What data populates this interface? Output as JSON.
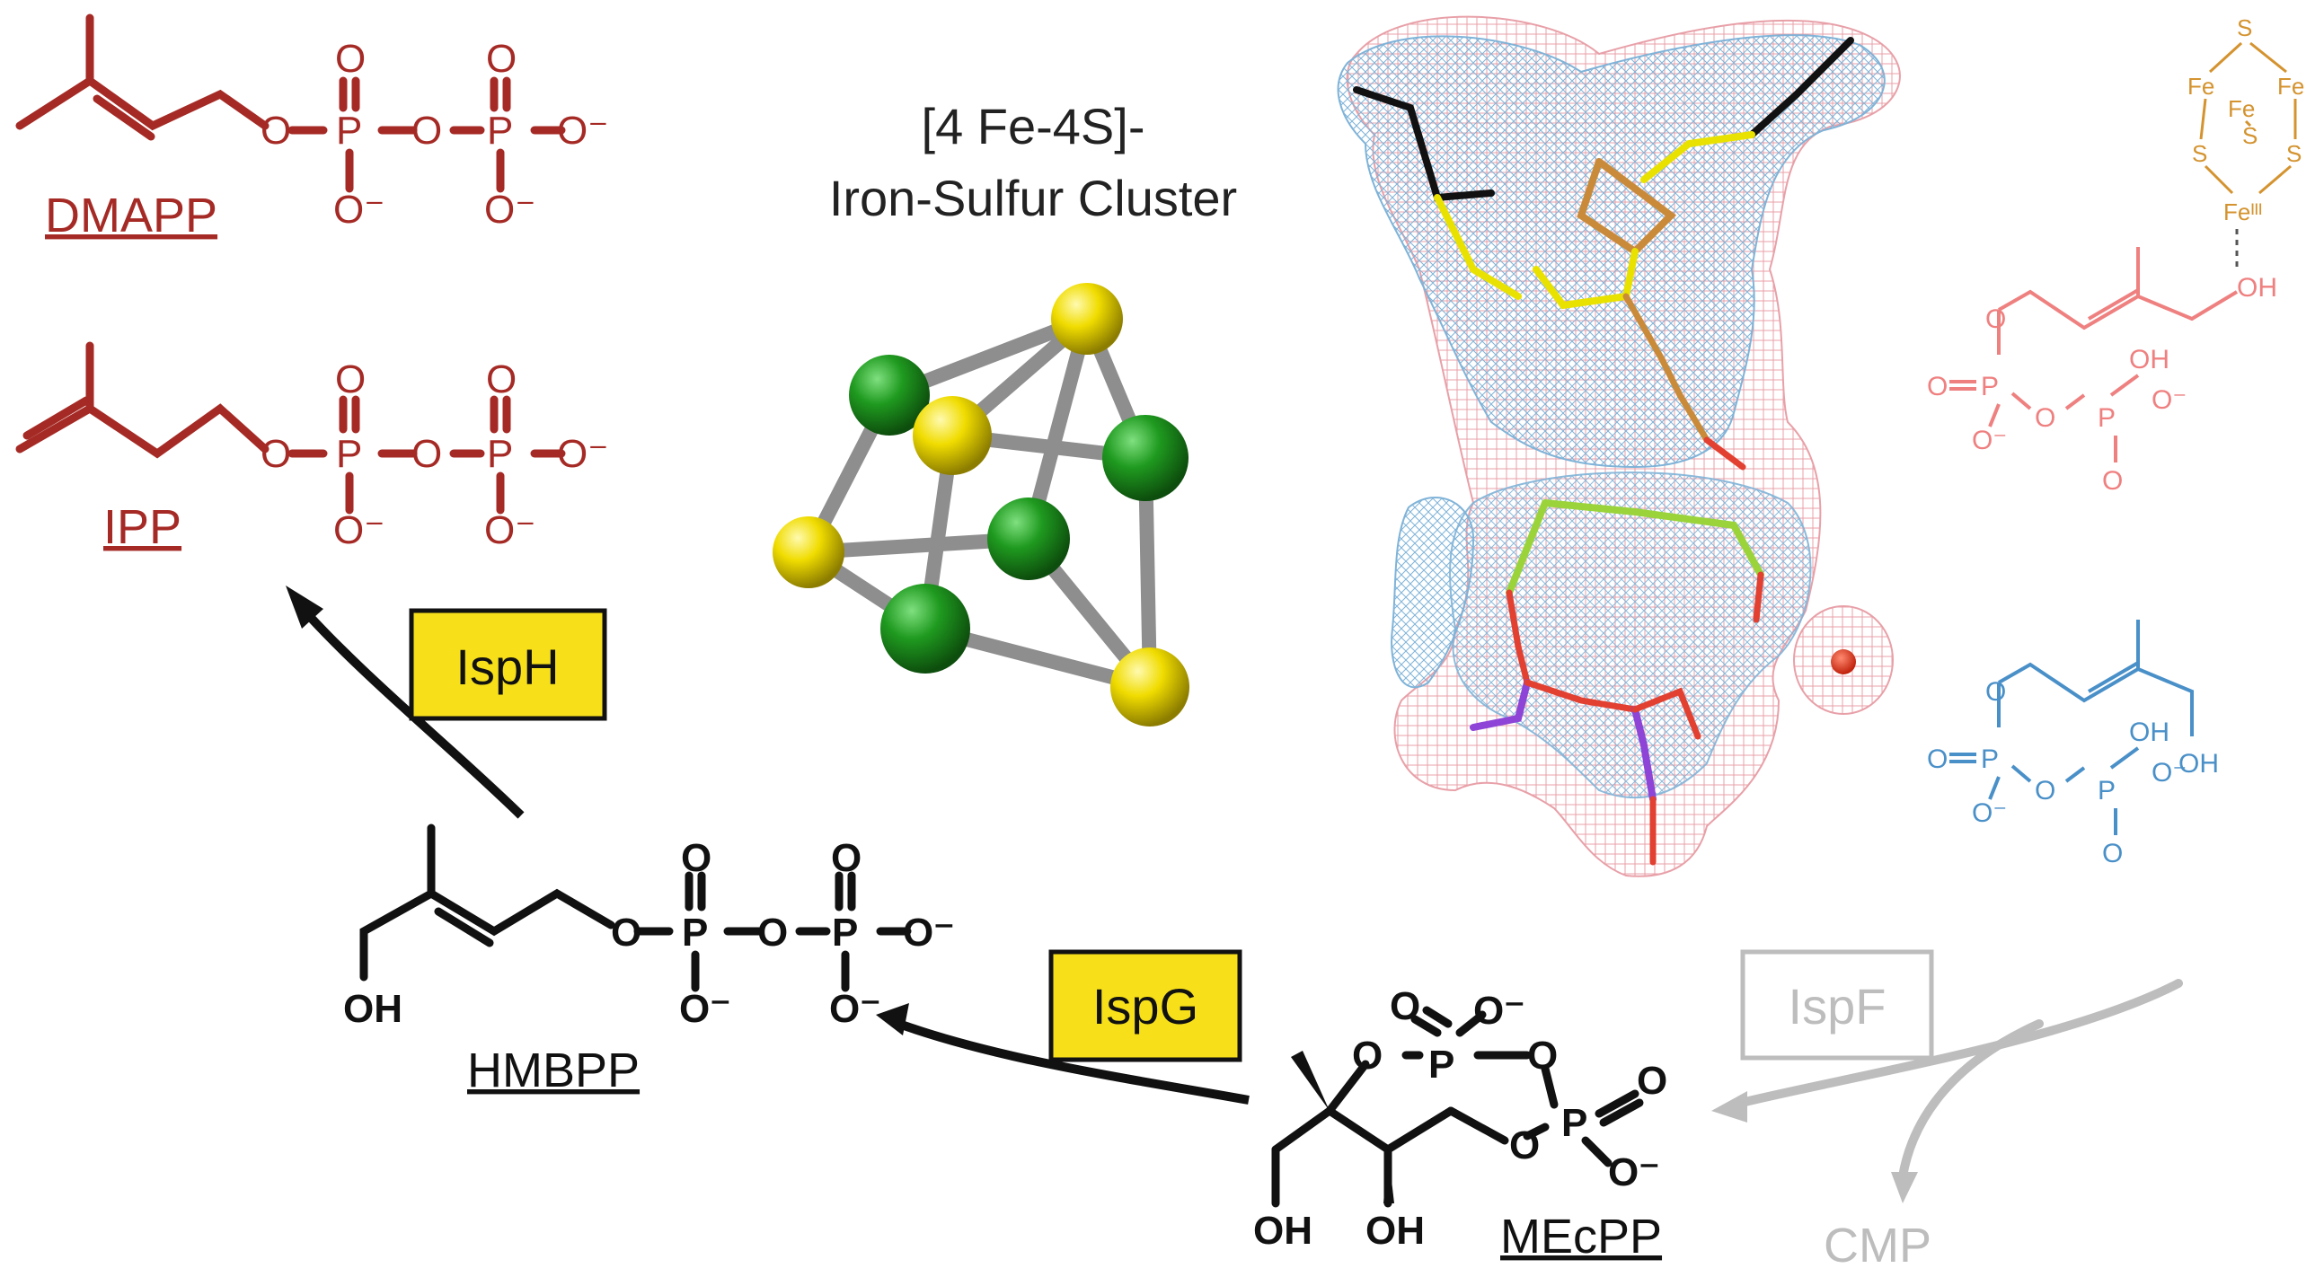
{
  "colors": {
    "dmapp": "#a52a25",
    "ipp": "#a52a25",
    "black": "#111111",
    "gray": "#bdbdbd",
    "enzyme_box_fill": "#f7e01a",
    "fe_green": "#1f8a1f",
    "s_yellow": "#e7d400",
    "mesh_blue": "#7fb3d8",
    "mesh_pink": "#e8a0a8",
    "orange": "#d4932f",
    "pink_struct": "#ef8080",
    "blue_struct": "#4a90c8"
  },
  "labels": {
    "dmapp": "DMAPP",
    "ipp": "IPP",
    "hmbpp": "HMBPP",
    "mecpp": "MEcPP",
    "cmp": "CMP",
    "cluster_title_line1": "[4 Fe-4S]-",
    "cluster_title_line2": "Iron-Sulfur Cluster"
  },
  "enzymes": {
    "isph": "IspH",
    "ispg": "IspG",
    "ispf": "IspF"
  },
  "atoms": {
    "o": "O",
    "p": "P",
    "o_minus": "O⁻",
    "oh": "OH",
    "fe": "Fe",
    "fe3": "Feᴵᴵᴵ",
    "s": "S"
  }
}
